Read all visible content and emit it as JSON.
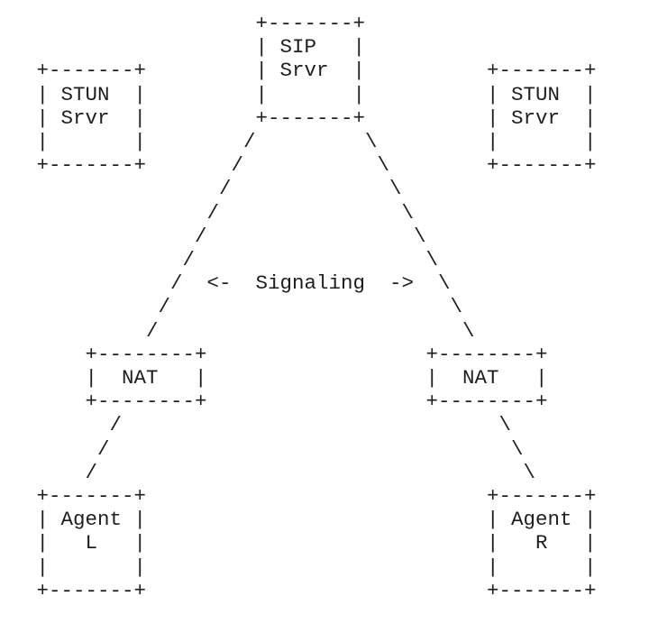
{
  "page": {
    "background_color": "#ffffff",
    "text_color": "#1e1e1e"
  },
  "diagram": {
    "kind": "ascii-network-topology",
    "nodes": {
      "sip_server": {
        "label": "SIP Srvr",
        "art": "+-------+\n| SIP   |\n| Srvr  |\n|       |\n+-------+"
      },
      "stun_server_left": {
        "label": "STUN Srvr",
        "art": "+-------+\n| STUN  |\n| Srvr  |\n|       |\n+-------+"
      },
      "stun_server_right": {
        "label": "STUN Srvr",
        "art": "+-------+\n| STUN  |\n| Srvr  |\n|       |\n+-------+"
      },
      "nat_left": {
        "label": "NAT",
        "art": "+--------+\n|  NAT   |\n+--------+"
      },
      "nat_right": {
        "label": "NAT",
        "art": "+--------+\n|  NAT   |\n+--------+"
      },
      "agent_left": {
        "label": "Agent L",
        "art": "+-------+\n| Agent |\n|   L   |\n|       |\n+-------+"
      },
      "agent_right": {
        "label": "Agent R",
        "art": "+-------+\n| Agent |\n|   R   |\n|       |\n+-------+"
      }
    },
    "labels": {
      "signaling": "<-  Signaling  ->"
    },
    "connectors": {
      "sip_to_nat_left": {
        "style": "dashed-diagonal-slashes",
        "art": "        /\n       /\n      /\n     /\n    /\n   /\n  /\n /\n/"
      },
      "sip_to_nat_right": {
        "style": "dashed-diagonal-backslashes",
        "art": "\\\n \\\n  \\\n   \\\n    \\\n     \\\n      \\\n       \\\n        \\"
      },
      "nat_to_agent_left": {
        "style": "dashed-diagonal-slashes",
        "art": "  /\n /\n/"
      },
      "nat_to_agent_right": {
        "style": "dashed-diagonal-backslashes",
        "art": "\\\n \\\n  \\"
      }
    },
    "edges": [
      {
        "from": "agent_left",
        "to": "nat_left"
      },
      {
        "from": "nat_left",
        "to": "sip_server",
        "annotation": "Signaling"
      },
      {
        "from": "sip_server",
        "to": "nat_right",
        "annotation": "Signaling"
      },
      {
        "from": "nat_right",
        "to": "agent_right"
      }
    ]
  }
}
